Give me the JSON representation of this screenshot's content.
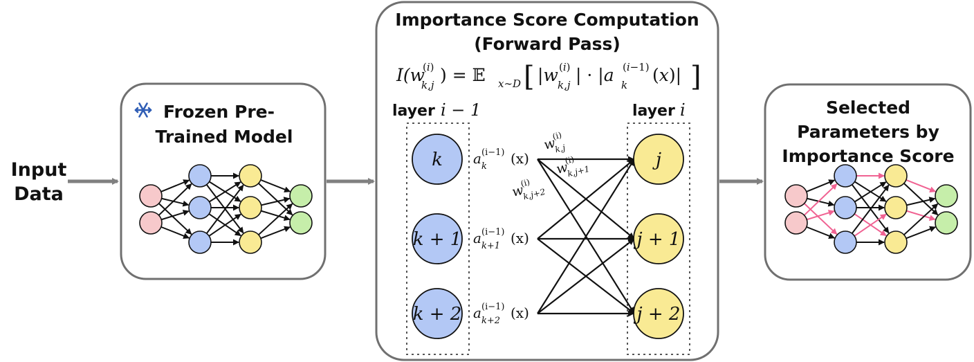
{
  "input": {
    "line1": "Input",
    "line2": "Data"
  },
  "frozen": {
    "icon": "snowflake-icon",
    "line1": "Frozen Pre-",
    "line2": "Trained Model"
  },
  "center": {
    "title1": "Importance Score Computation",
    "title2": "(Forward Pass)",
    "formula": "I(w(i)k,j) = 𝔼x∼D [ |w(i)k,j| · |a(i−1)k(x)| ]",
    "layer_left_word": "layer",
    "layer_left_var": "i − 1",
    "layer_right_word": "layer",
    "layer_right_var": "i",
    "nodes_left": [
      "k",
      "k + 1",
      "k + 2"
    ],
    "nodes_right": [
      "j",
      "j + 1",
      "j + 2"
    ],
    "activation": "a",
    "act_sup": "(i−1)",
    "act_subs": [
      "k",
      "k+1",
      "k+2"
    ],
    "act_arg": "(x)",
    "weight": "w",
    "w_sup": "(i)",
    "w_subs": [
      "k,j",
      "k,j+1",
      "k,j+2"
    ]
  },
  "selected": {
    "line1": "Selected",
    "line2": "Parameters by",
    "line3": "Importance Score"
  },
  "colors": {
    "input_node": "#f7c9cb",
    "hidden_blue": "#b3c8f5",
    "hidden_yellow": "#f9ea94",
    "output_node": "#c6eeaa",
    "highlight_edge": "#f06292",
    "box_stroke": "#707070",
    "arrow_gray": "#808080",
    "snowflake": "#2f5db5"
  }
}
